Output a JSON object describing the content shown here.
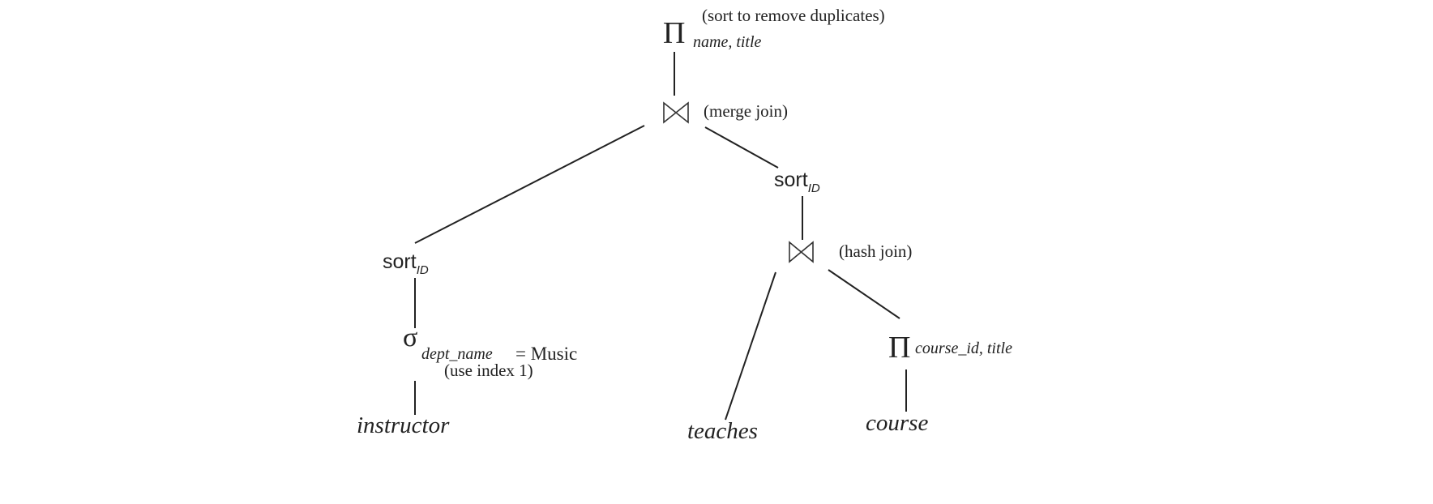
{
  "diagram": {
    "root": {
      "symbol": "Π",
      "subscript": "name, title",
      "note": "(sort to remove duplicates)"
    },
    "merge_join": {
      "symbol": "⋈",
      "note": "(merge join)"
    },
    "sort_right": {
      "label": "sort",
      "subscript": "ID"
    },
    "hash_join": {
      "symbol": "⋈",
      "note": "(hash join)"
    },
    "project_course": {
      "symbol": "Π",
      "subscript": "course_id, title"
    },
    "sort_left": {
      "label": "sort",
      "subscript": "ID"
    },
    "select": {
      "symbol": "σ",
      "subscript": "dept_name",
      "condition": "= Music",
      "note": "(use index 1)"
    },
    "leaves": {
      "instructor": "instructor",
      "teaches": "teaches",
      "course": "course"
    }
  }
}
